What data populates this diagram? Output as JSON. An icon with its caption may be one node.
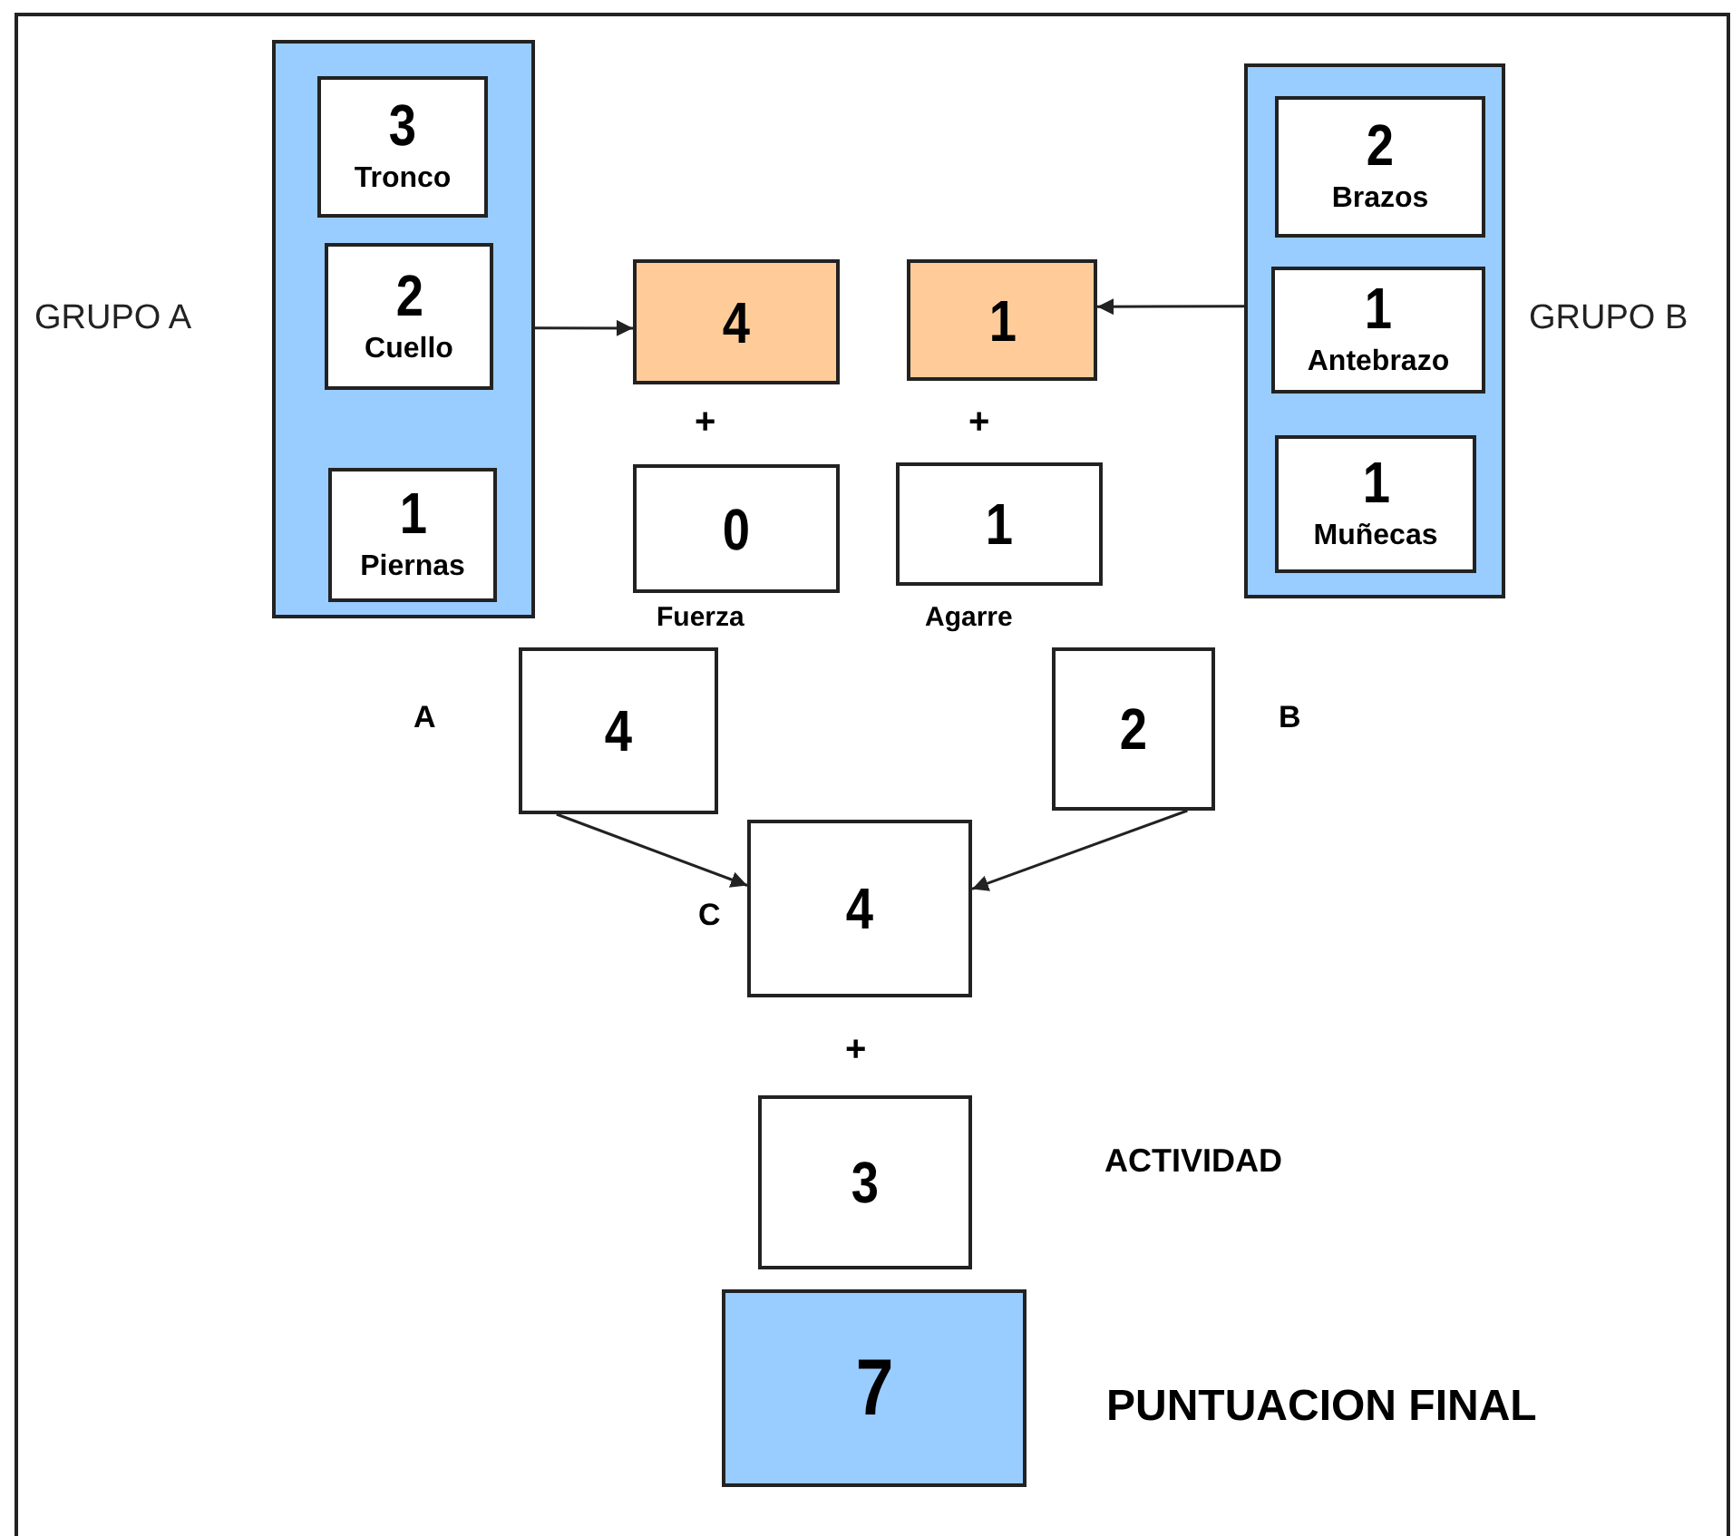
{
  "diagram": {
    "nodes": [
      {
        "text": [
          "GRUPO A"
        ]
      },
      {
        "text": [
          "3",
          "Tronco"
        ],
        "in": 0
      },
      {
        "text": [
          "2",
          "Cuello"
        ],
        "in": 0
      },
      {
        "text": [
          "1",
          "Piernas"
        ],
        "in": 0
      },
      {
        "text": [
          "4"
        ]
      },
      {
        "text": [
          "1"
        ]
      },
      {
        "text": [
          "GRUPO B"
        ]
      },
      {
        "text": [
          "2",
          "Brazos"
        ],
        "in": 6
      },
      {
        "text": [
          "1",
          "Antebrazo"
        ],
        "in": 6
      },
      {
        "text": [
          "1",
          "Muñecas"
        ],
        "in": 6
      },
      {
        "text": [
          "0"
        ],
        "beside": [
          "Fuerza"
        ]
      },
      {
        "text": [
          "1"
        ],
        "beside": [
          "Agarre"
        ]
      },
      {
        "text": [
          "4"
        ],
        "beside": [
          "A"
        ]
      },
      {
        "text": [
          "2"
        ],
        "beside": [
          "B"
        ]
      },
      {
        "text": [
          "4"
        ],
        "beside": [
          "C"
        ]
      },
      {
        "text": [
          "3"
        ]
      },
      {
        "text": [
          "7"
        ],
        "beside": [
          "PUNTUACION FINAL"
        ]
      }
    ],
    "edges": [
      {
        "from": 0,
        "to": 4,
        "arrow": "to"
      },
      {
        "from": 6,
        "to": 5,
        "arrow": "to"
      },
      {
        "from": 12,
        "to": 14,
        "arrow": "to"
      },
      {
        "from": 13,
        "to": 14,
        "arrow": "to"
      }
    ],
    "labels": [
      "+",
      "+",
      "+",
      "ACTIVIDAD"
    ]
  }
}
